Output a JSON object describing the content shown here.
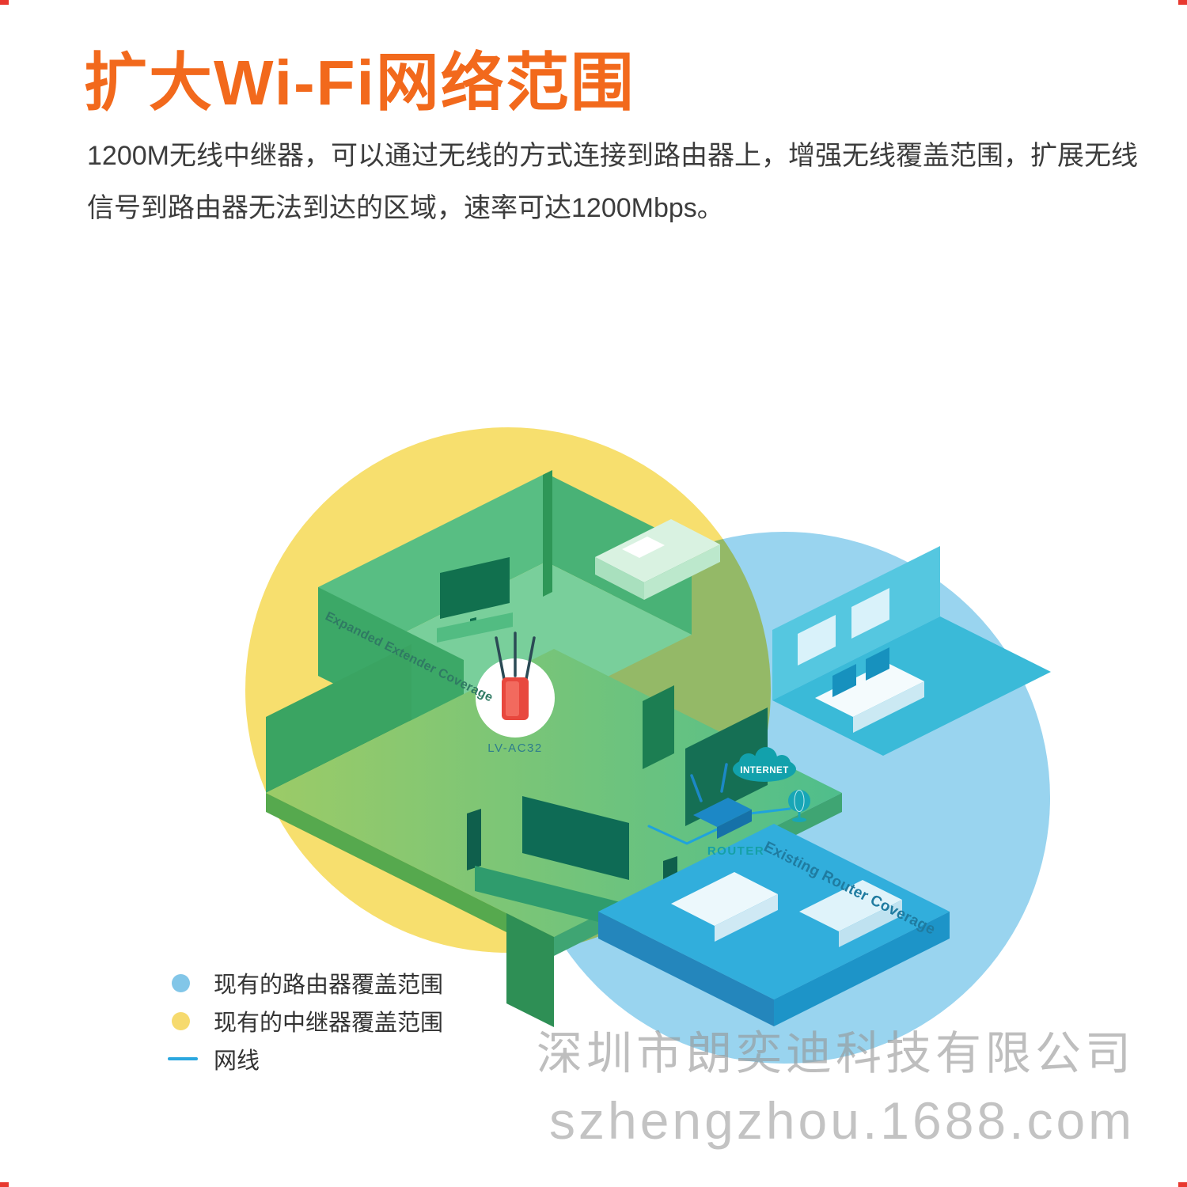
{
  "header": {
    "title": "扩大Wi-Fi网络范围",
    "description": "1200M无线中继器，可以通过无线的方式连接到路由器上，增强无线覆盖范围，扩展无线信号到路由器无法到达的区域，速率可达1200Mbps。"
  },
  "illustration": {
    "extender_model": "LV-AC32",
    "internet_label": "INTERNET",
    "router_label": "ROUTER",
    "extender_coverage_label": "Expanded Extender Coverage",
    "router_coverage_label": "Existing Router Coverage"
  },
  "legend": {
    "items": [
      {
        "label": "现有的路由器覆盖范围",
        "swatch": "dot",
        "color": "#82C6E8"
      },
      {
        "label": "现有的中继器覆盖范围",
        "swatch": "dot",
        "color": "#F6DA6E"
      },
      {
        "label": "网线",
        "swatch": "line",
        "color": "#2AA7DF"
      }
    ]
  },
  "watermark": {
    "company": "深圳市朗奕迪科技有限公司",
    "site": "szhengzhou.1688.com"
  },
  "colors": {
    "title": "#F2691C",
    "extender_circle": "#F7DF6E",
    "router_circle": "#99D4EF",
    "house_green": "#4AB476",
    "house_teal": "#3ABAD8",
    "extender_device_red": "#E8483E"
  }
}
